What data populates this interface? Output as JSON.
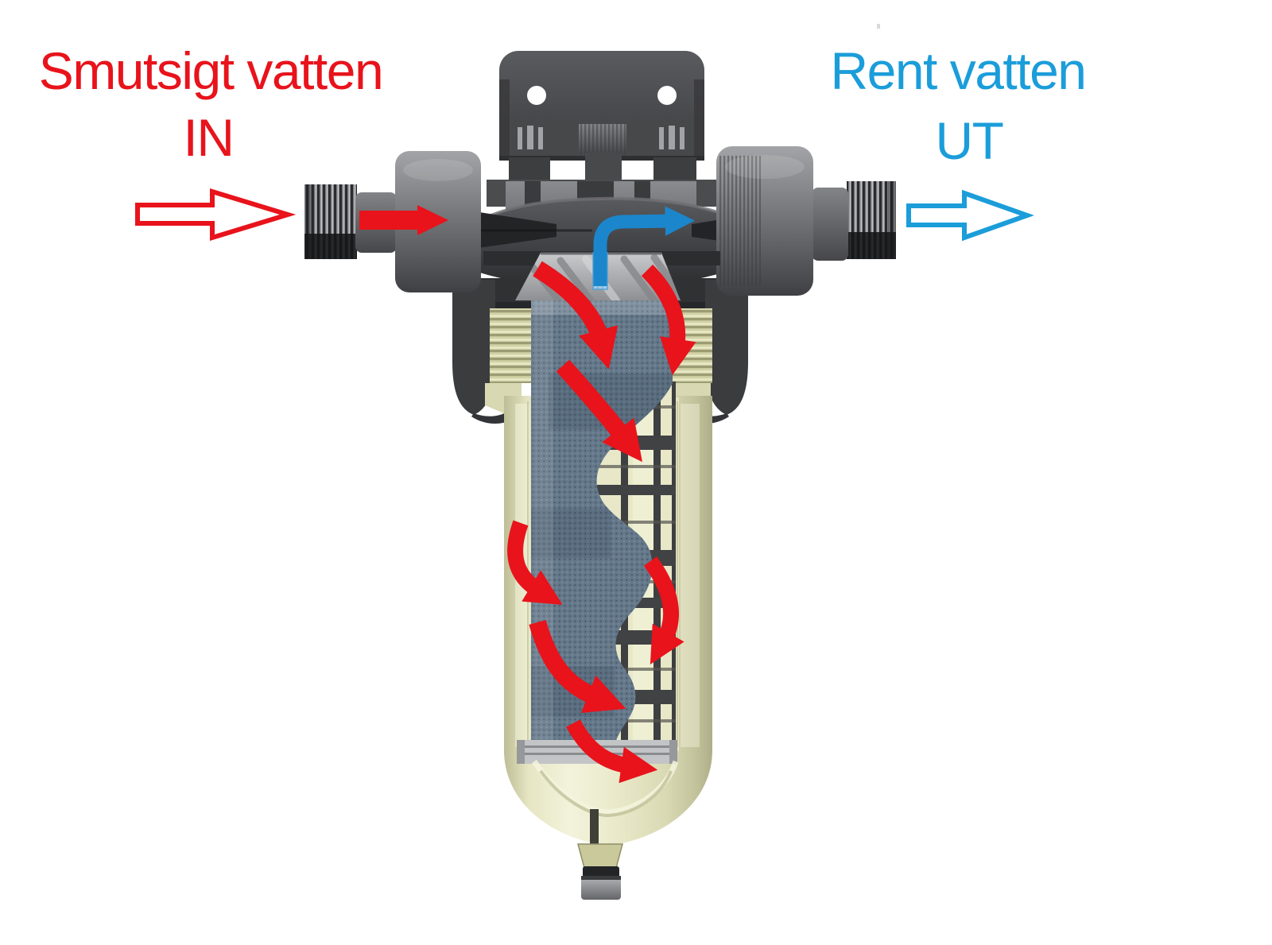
{
  "labels": {
    "inlet": {
      "line1": "Smutsigt vatten",
      "line2": "IN"
    },
    "outlet": {
      "line1": "Rent vatten",
      "line2": "UT"
    }
  },
  "colors": {
    "inlet_red": "#e8131b",
    "outlet_blue": "#1b9dda",
    "flow_blue": "#1b86cb"
  }
}
